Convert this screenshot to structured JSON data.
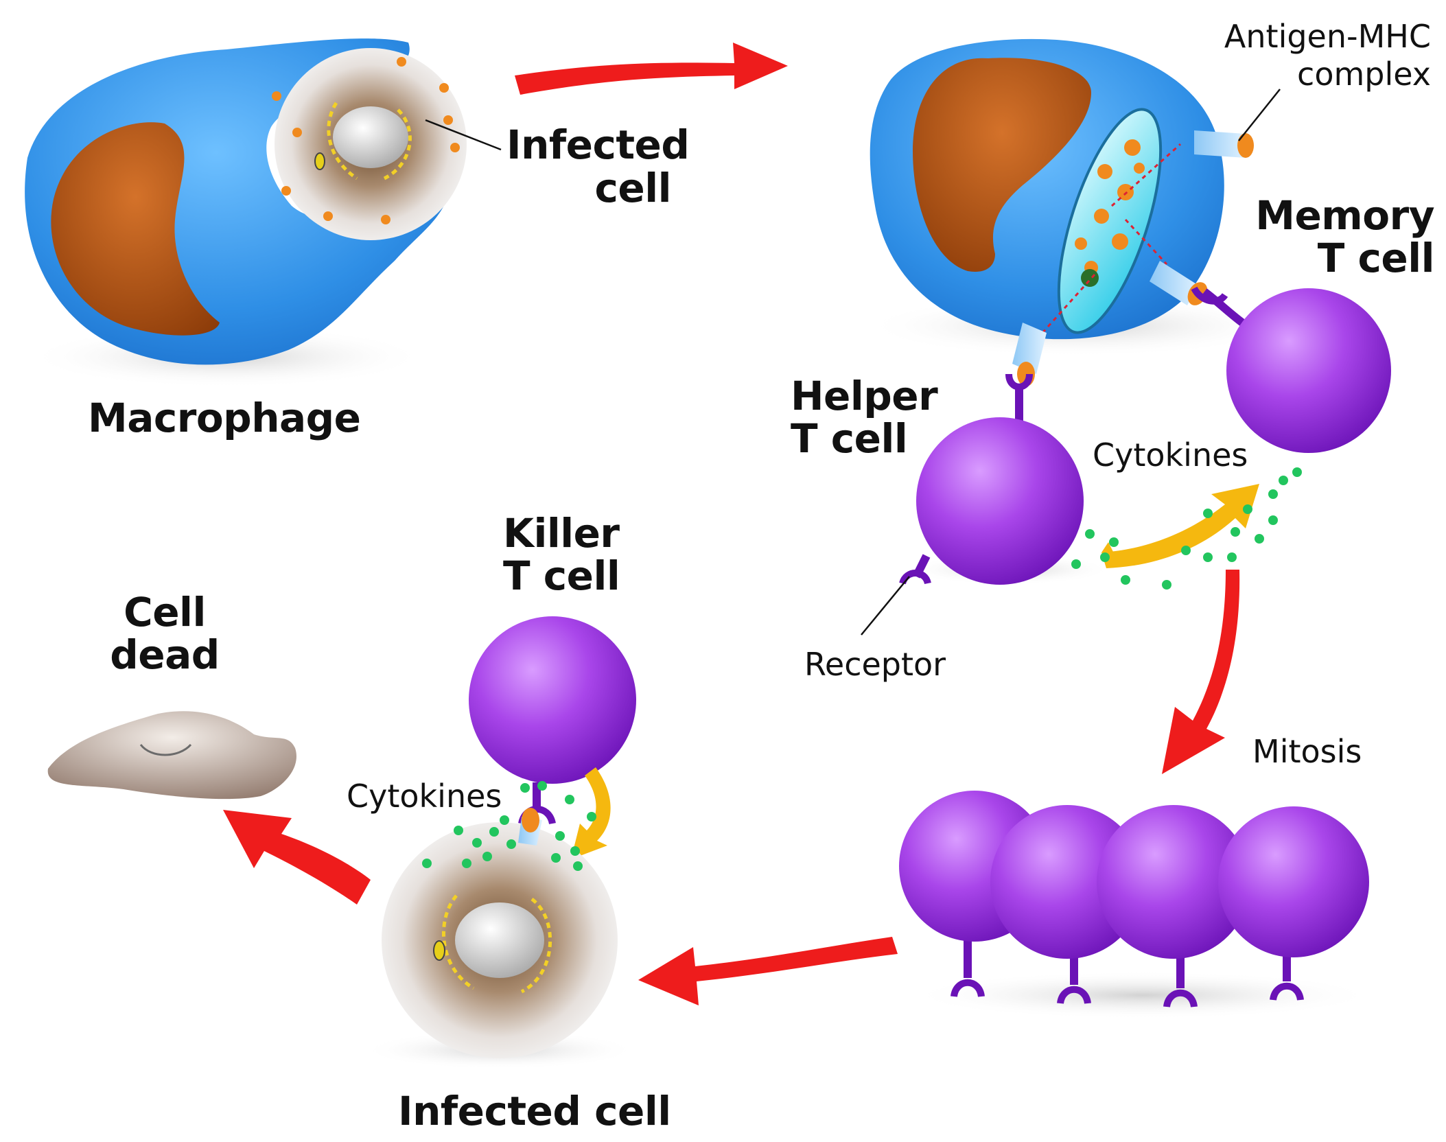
{
  "labels": {
    "infected_cell_top_l1": "Infected",
    "infected_cell_top_l2": "cell",
    "macrophage": "Macrophage",
    "antigen_mhc_l1": "Antigen-MHC",
    "antigen_mhc_l2": "complex",
    "memory_t_cell_l1": "Memory",
    "memory_t_cell_l2": "T cell",
    "helper_t_cell_l1": "Helper",
    "helper_t_cell_l2": "T cell",
    "cytokines_right": "Cytokines",
    "receptor": "Receptor",
    "mitosis": "Mitosis",
    "killer_t_cell_l1": "Killer",
    "killer_t_cell_l2": "T cell",
    "cell_dead_l1": "Cell",
    "cell_dead_l2": "dead",
    "cytokines_left": "Cytokines",
    "infected_cell_bottom": "Infected cell"
  },
  "colors": {
    "macrophage_blue": "#2f8fe6",
    "nucleus_brown": "#b5500f",
    "t_cell_purple": "#a43be0",
    "arrow_red": "#ee1c1c",
    "cytokine_green": "#22c55e",
    "cytokine_arrow_yellow": "#f5b80f",
    "antigen_orange": "#f08a1e",
    "vacuole_cyan": "#22d3ee"
  }
}
